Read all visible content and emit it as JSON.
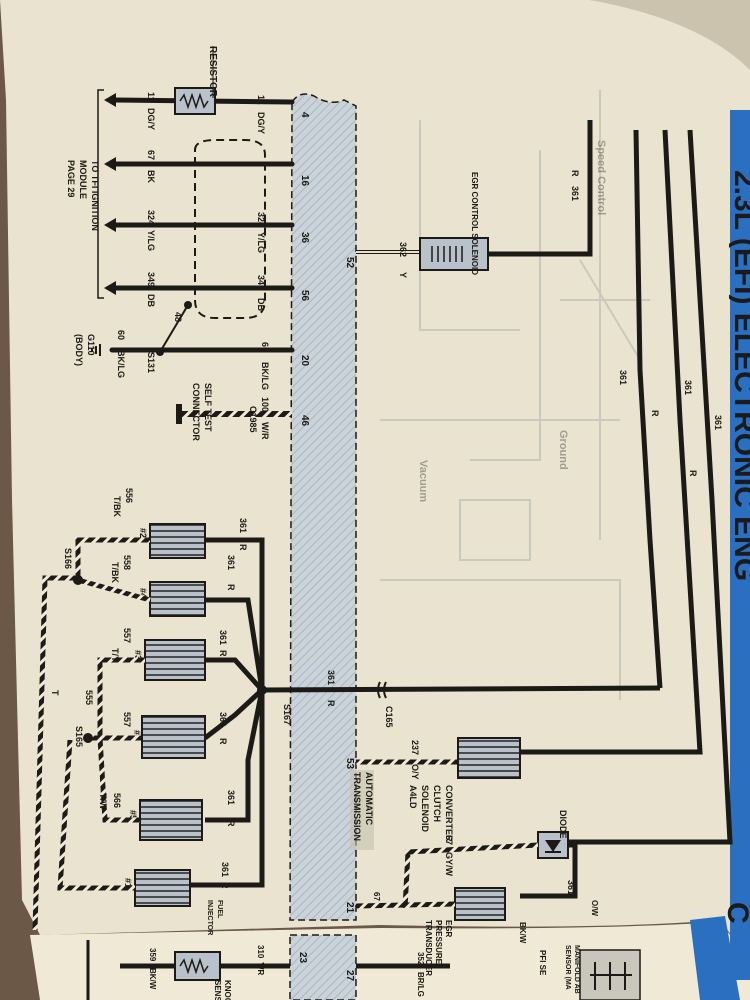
{
  "page": {
    "title_fragment": "2.3L (EFI) ELECTRONIC ENG",
    "continued_page_title_fragment": "C",
    "background_text": [
      "Speed Control",
      "Ground",
      "Vacuum"
    ]
  },
  "harness": {
    "pin_numbers": [
      "4",
      "16",
      "36",
      "56",
      "20",
      "46",
      "52",
      "53",
      "21",
      "23",
      "27"
    ]
  },
  "components": {
    "resistor": "RESISTOR",
    "egr_solenoid": "EGR CONTROL SOLENOID",
    "converter_solenoid": [
      "CONVERTER",
      "CLUTCH",
      "SOLENOID",
      "A4LD"
    ],
    "diode": "DIODE",
    "egr_pressure": [
      "EGR",
      "PRESSURE",
      "TRANSDUCER"
    ],
    "automatic_transmission": [
      "AUTOMATIC",
      "TRANSMISSION"
    ],
    "self_test": [
      "SELF TEST",
      "CONNECTOR"
    ],
    "tfi_note": [
      "TO TFI IGNITION",
      "MODULE",
      "PAGE 29"
    ],
    "injectors": [
      "#2",
      "#4",
      "#3",
      "#6",
      "#5",
      "#1"
    ],
    "fuel_injector_label": [
      "FUEL",
      "INJECTOR"
    ],
    "bottom_right": [
      "MANIFOLD AB",
      "SENSOR (MA",
      "PFI SE"
    ],
    "bottom_left": [
      "KNOC",
      "SENSO"
    ]
  },
  "splices": {
    "s131": "S131",
    "s166": "S166",
    "s167": "S167",
    "s165": "S165",
    "g110": [
      "G110",
      "(BODY)"
    ],
    "c1985": "C1985",
    "c165": "C165"
  },
  "wires": {
    "w11": [
      "11",
      "DG/Y"
    ],
    "w16": [
      "16"
    ],
    "w67": [
      "67",
      "BK"
    ],
    "w324": [
      "324",
      "Y/LG"
    ],
    "w349": [
      "349",
      "DB"
    ],
    "w48": [
      "48"
    ],
    "w60": [
      "60",
      "BK/LG"
    ],
    "w100": [
      "100",
      "W/R"
    ],
    "w361": [
      "361",
      "R"
    ],
    "w362": [
      "362",
      "Y"
    ],
    "w556": [
      "556",
      "T/BK"
    ],
    "w558": [
      "558",
      "T/BK"
    ],
    "w557": [
      "557",
      "T/Y"
    ],
    "w555": [
      "555",
      "T"
    ],
    "w566": [
      "566",
      "T/W"
    ],
    "w237": [
      "237",
      "O/Y"
    ],
    "w67gw": [
      "67",
      "GY/W"
    ],
    "w352": [
      "352",
      "BR/LG"
    ],
    "w310": [
      "310",
      "Y/R"
    ],
    "w359": [
      "359",
      "BK/W"
    ],
    "w_ow": [
      "O/W"
    ],
    "w_bkw": [
      "BK/W"
    ]
  }
}
